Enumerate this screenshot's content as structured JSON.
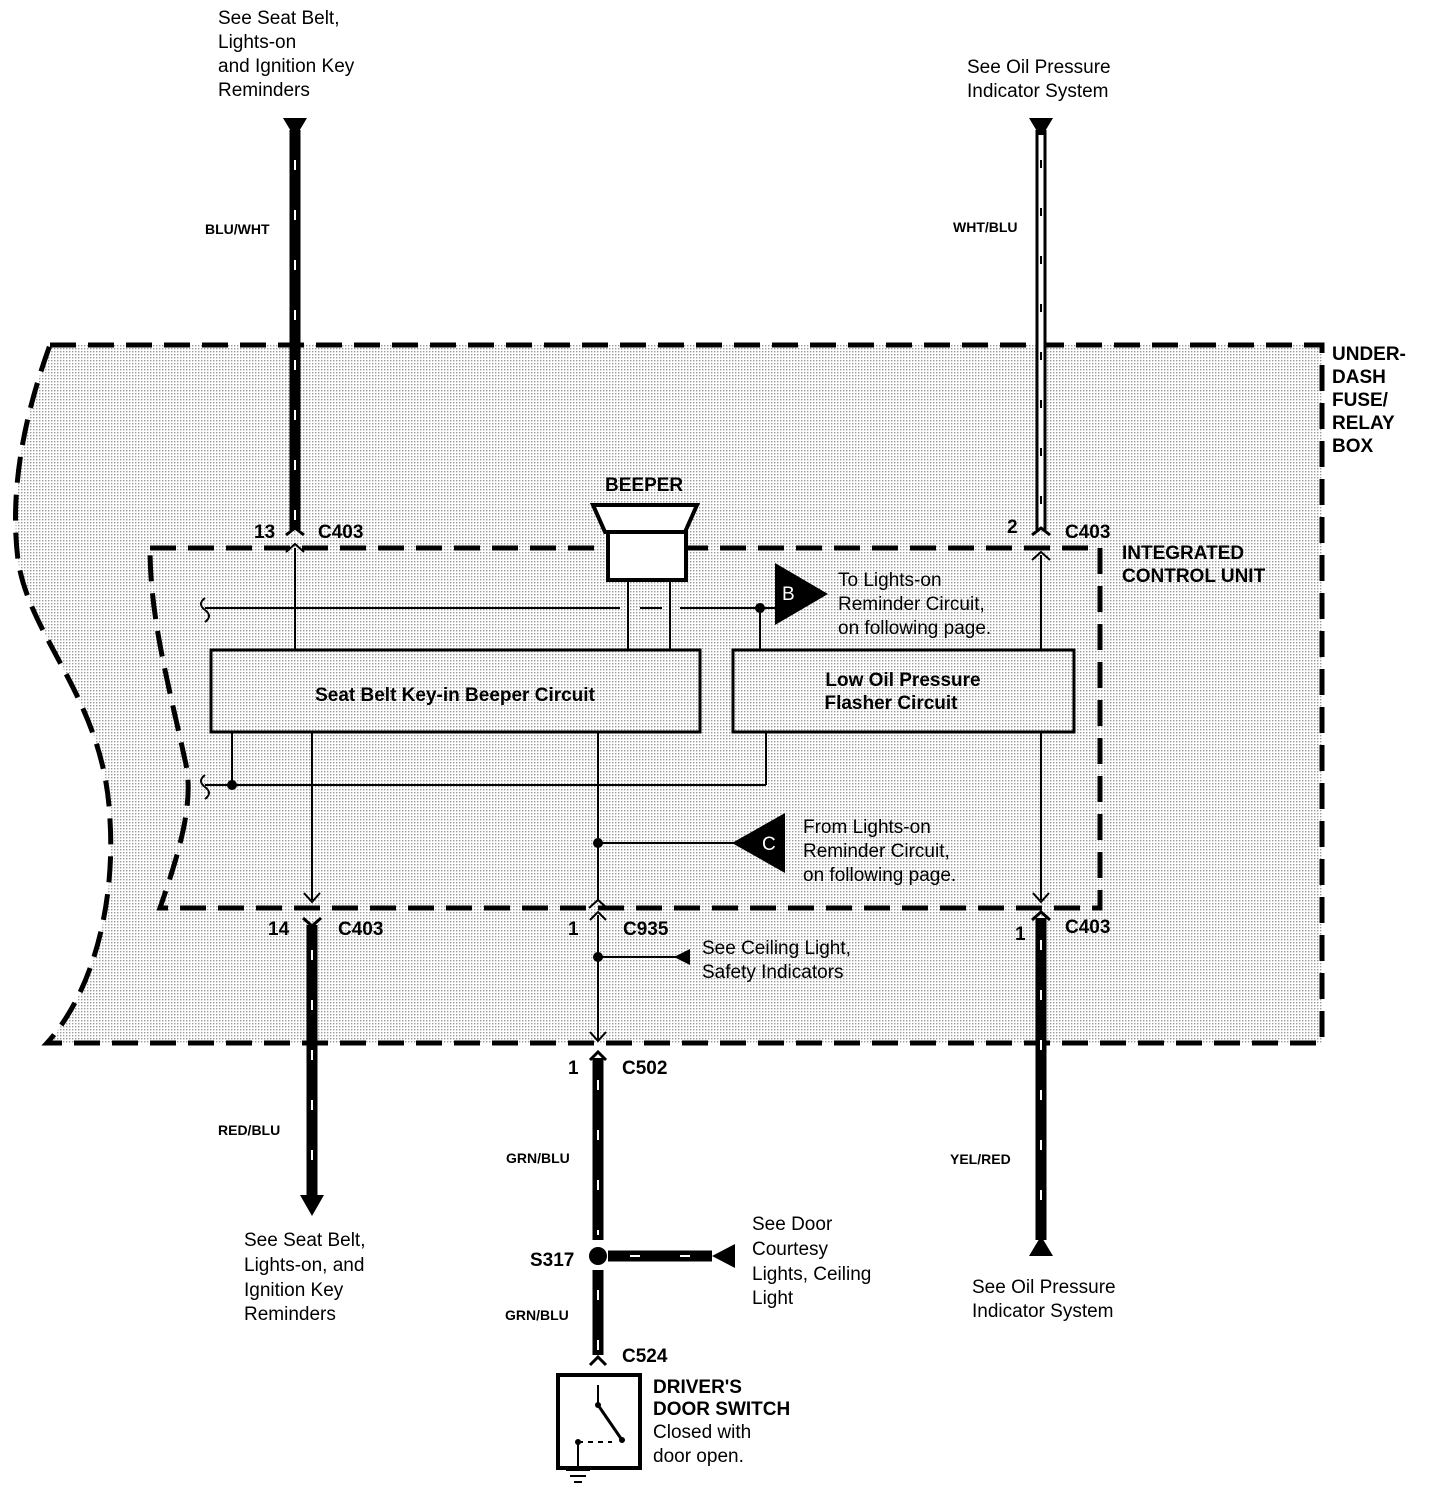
{
  "areas": {
    "underdash_box": [
      "UNDER-",
      "DASH",
      "FUSE/",
      "RELAY",
      "BOX"
    ],
    "icu": [
      "INTEGRATED",
      "CONTROL UNIT"
    ]
  },
  "components": {
    "beeper": "BEEPER",
    "seat_belt_circuit": "Seat Belt Key-in Beeper Circuit",
    "low_oil_circuit": [
      "Low Oil Pressure",
      "Flasher Circuit"
    ],
    "door_switch_title": [
      "DRIVER'S",
      "DOOR SWITCH"
    ],
    "door_switch_note": [
      "Closed with",
      "door open."
    ]
  },
  "refs": {
    "top_left": [
      "See Seat Belt,",
      "Lights-on",
      "and Ignition Key",
      "Reminders"
    ],
    "top_right": [
      "See Oil Pressure",
      "Indicator System"
    ],
    "bottom_left": [
      "See Seat Belt,",
      "Lights-on, and",
      "Ignition Key",
      "Reminders"
    ],
    "bottom_right": [
      "See Oil Pressure",
      "Indicator System"
    ],
    "ceiling": [
      "See Ceiling Light,",
      "Safety Indicators"
    ],
    "door_courtesy": [
      "See Door",
      "Courtesy",
      "Lights, Ceiling",
      "Light"
    ],
    "b_text": [
      "To Lights-on",
      "Reminder Circuit,",
      "on following page."
    ],
    "c_text": [
      "From Lights-on",
      "Reminder Circuit,",
      "on following page."
    ],
    "b_letter": "B",
    "c_letter": "C"
  },
  "wires": {
    "blu_wht": "BLU/WHT",
    "wht_blu": "WHT/BLU",
    "red_blu": "RED/BLU",
    "grn_blu_1": "GRN/BLU",
    "grn_blu_2": "GRN/BLU",
    "yel_red": "YEL/RED"
  },
  "connectors": {
    "c403_13": {
      "pin": "13",
      "name": "C403"
    },
    "c403_2": {
      "pin": "2",
      "name": "C403"
    },
    "c403_14": {
      "pin": "14",
      "name": "C403"
    },
    "c935": {
      "pin": "1",
      "name": "C935"
    },
    "c403_1": {
      "pin": "1",
      "name": "C403"
    },
    "c502": {
      "pin": "1",
      "name": "C502"
    },
    "s317": "S317",
    "c524": "C524"
  }
}
